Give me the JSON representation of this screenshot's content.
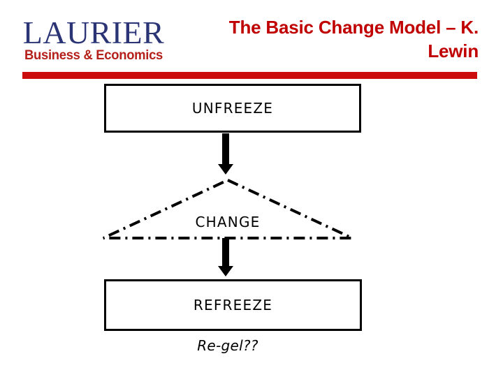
{
  "slide": {
    "background_color": "#FFFFFF"
  },
  "header": {
    "logo": {
      "word": "LAURIER",
      "subtitle": "Business & Economics",
      "word_color": "#2B3576",
      "subtitle_color": "#B51F1A"
    },
    "title": "The Basic Change Model – K. Lewin",
    "title_color": "#C00000",
    "divider_color": "#CC0D0D"
  },
  "diagram": {
    "type": "flowchart",
    "steps": [
      {
        "id": "unfreeze",
        "label": "UNFREEZE",
        "shape": "rectangle"
      },
      {
        "id": "change",
        "label": "CHANGE",
        "shape": "triangle-dash-dot"
      },
      {
        "id": "refreeze",
        "label": "REFREEZE",
        "shape": "rectangle"
      }
    ],
    "connectors": [
      {
        "from": "unfreeze",
        "to": "change",
        "style": "solid-down-arrow"
      },
      {
        "from": "change",
        "to": "refreeze",
        "style": "solid-down-arrow"
      }
    ],
    "caption": "Re-gel??",
    "stroke_color": "#000000"
  }
}
